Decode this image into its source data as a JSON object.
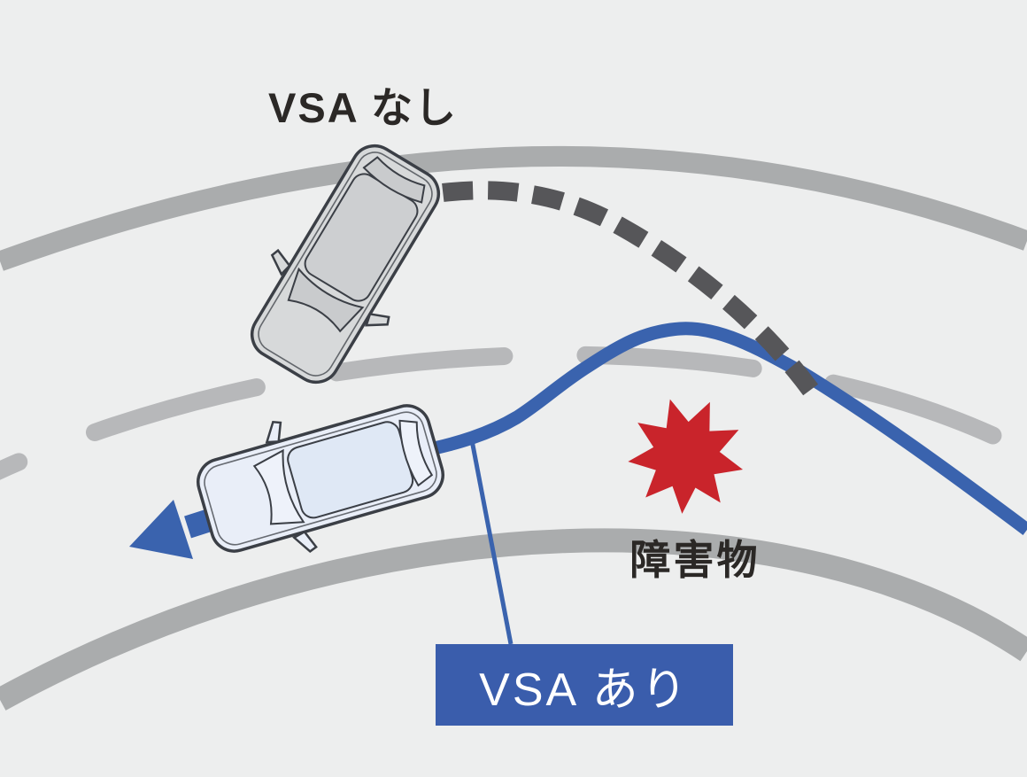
{
  "diagram": {
    "type": "vehicle-stability-assist-comparison",
    "labels": {
      "without_vsa": "VSA なし",
      "with_vsa": "VSA あり",
      "obstacle": "障害物"
    },
    "elements": {
      "trajectory_without_vsa": "dashed dark curve veering off lane toward obstacle",
      "trajectory_with_vsa": "solid blue curve swerving around obstacle and continuing in lane",
      "car_without_vsa": "gray car top-view, skidding sideways",
      "car_with_vsa": "light blue car top-view, stable on path",
      "obstacle_icon": "red nine-point starburst",
      "direction_arrow": "blue arrow showing continued travel direction"
    },
    "colors": {
      "background": "#edeeee",
      "road_edge_gray": "#aaacad",
      "lane_dash_gray": "#b7b8ba",
      "trajectory_without_vsa": "#565659",
      "trajectory_with_vsa": "#3a63ae",
      "vsa_box_blue": "#3a5dac",
      "vsa_box_text": "#ffffff",
      "obstacle_red": "#c9242b",
      "label_text_dark": "#2b2826",
      "car_without_vsa_body": "#d7d9da",
      "car_with_vsa_body": "#e9eef8"
    }
  }
}
